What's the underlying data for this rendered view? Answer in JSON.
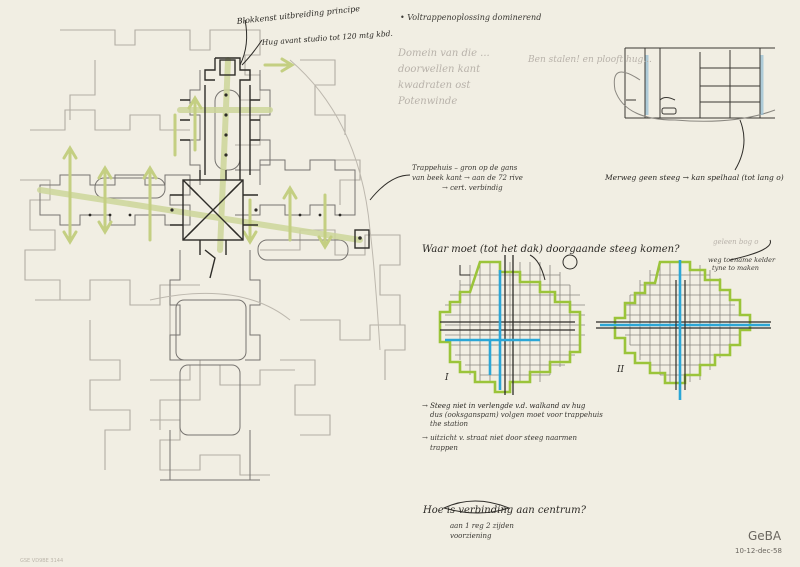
{
  "drawing": {
    "sheet_colors": {
      "paper": "#f1eee3",
      "ink": "#2a2824",
      "pencil": "#8a8780",
      "yellow_green": "#c9d48a",
      "green": "#9bc43a",
      "blue": "#2aa6d6"
    },
    "notes": {
      "top_label_1": "Blokkenst uitbreiding principe",
      "top_label_2": "• Voltrappenoplossing dominerend",
      "top_label_3": "Hug avant studio tot 120 mtg kbd.",
      "faint_1": "Domein van die ...",
      "faint_2": "doorwellen kant",
      "faint_3": "kwadraten ost",
      "faint_4": "Potenwinde",
      "faint_5": "Ben stalen! en plooft hug...",
      "trap_1": "Trappehuis – gron op de gans",
      "trap_2": "van beek kant → aan de 72 rive",
      "trap_3": "→ cert. verbindig",
      "street_note": "Merweg geen steeg → kan spelhaal (tot lang o)",
      "section_title": "Waar moet (tot het dak) doorgaande steeg komen?",
      "small_note": "geleen bog o",
      "right_note_1": "weg toename kelder",
      "right_note_2": "tyne to maken",
      "roman_1": "I",
      "roman_2": "II",
      "bullet_1a": "→ Steeg niet in verlengde v.d. walkand av hug",
      "bullet_1b": "dus (ooksganspam) volgen moet voor trappehuis",
      "bullet_1c": "the station",
      "bullet_2a": "→ uitzicht v. straat niet door steeg naarmen",
      "bullet_2b": "trappen",
      "bottom_q": "Hoe is verbinding aan centrum?",
      "bottom_a1": "aan 1 reg 2 zijden",
      "bottom_a2": "voorziening",
      "stamp_1": "GeBA",
      "stamp_2": "10-12-dec-58",
      "archive_tag": "GSE VD9BE 3144"
    }
  }
}
